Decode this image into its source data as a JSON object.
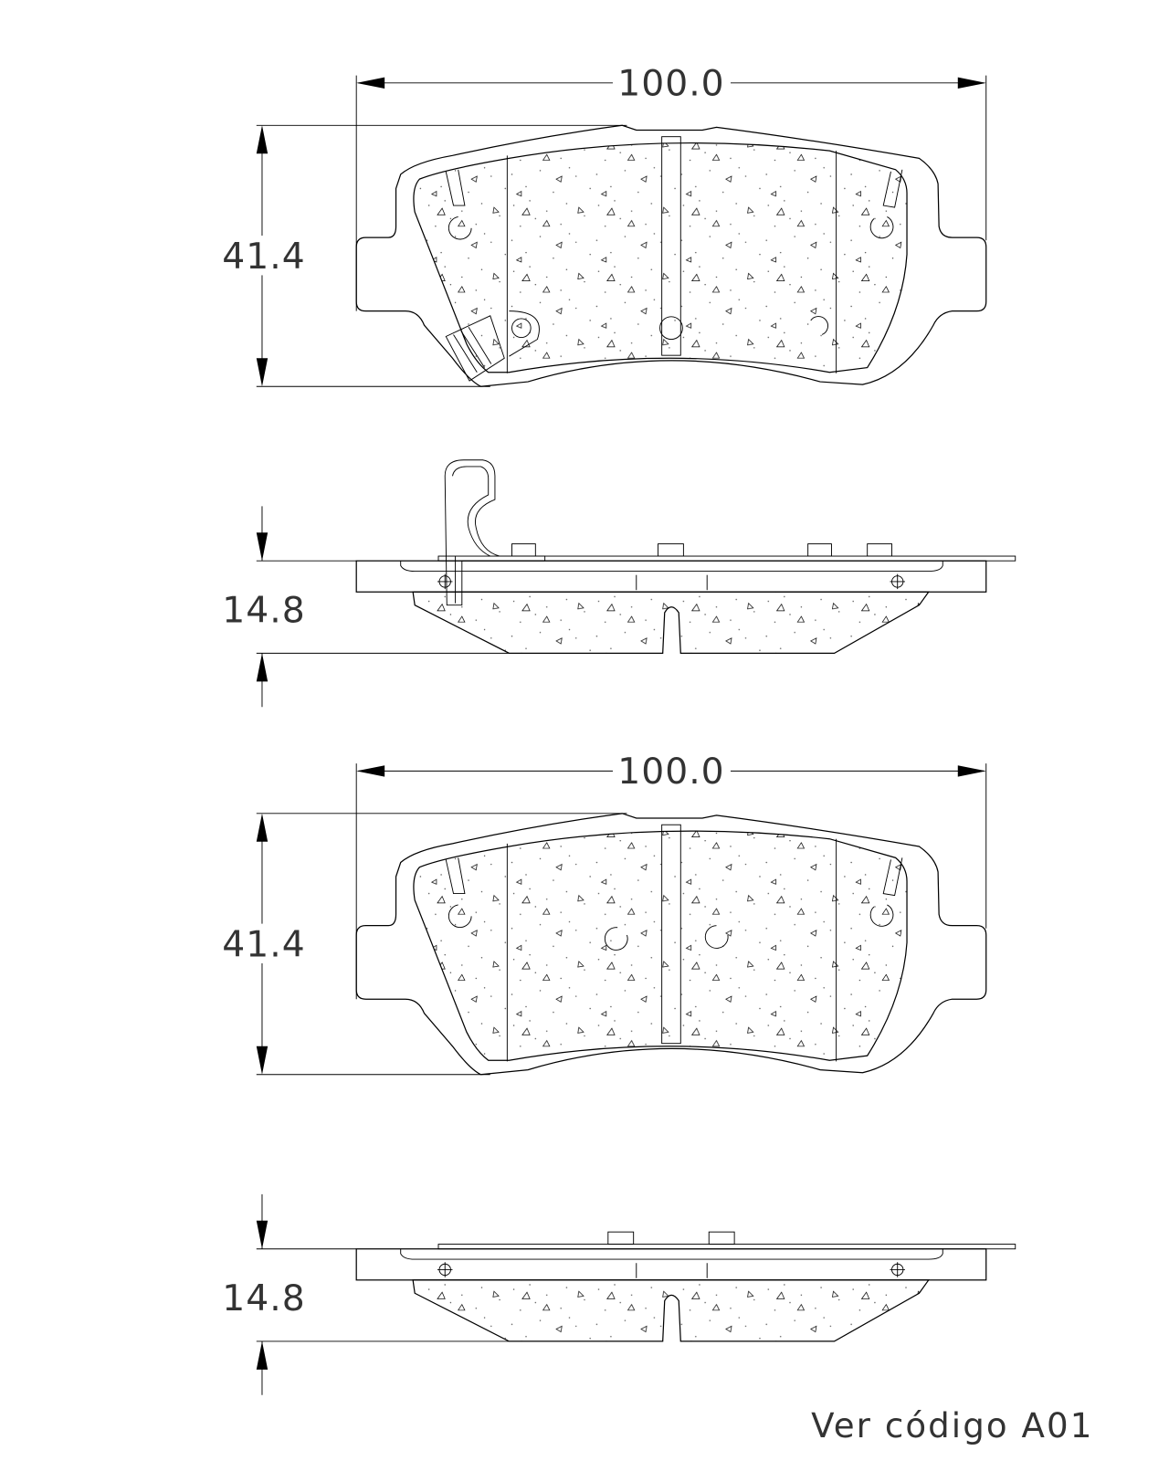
{
  "views": [
    {
      "name": "front-view-1",
      "width_label": "100.0",
      "height_label": "41.4",
      "has_wear_sensor": true
    },
    {
      "name": "side-view-1",
      "thickness_label": "14.8",
      "has_wear_sensor": true
    },
    {
      "name": "front-view-2",
      "width_label": "100.0",
      "height_label": "41.4",
      "has_wear_sensor": false
    },
    {
      "name": "side-view-2",
      "thickness_label": "14.8",
      "has_wear_sensor": false
    }
  ],
  "note": "Ver código A01"
}
